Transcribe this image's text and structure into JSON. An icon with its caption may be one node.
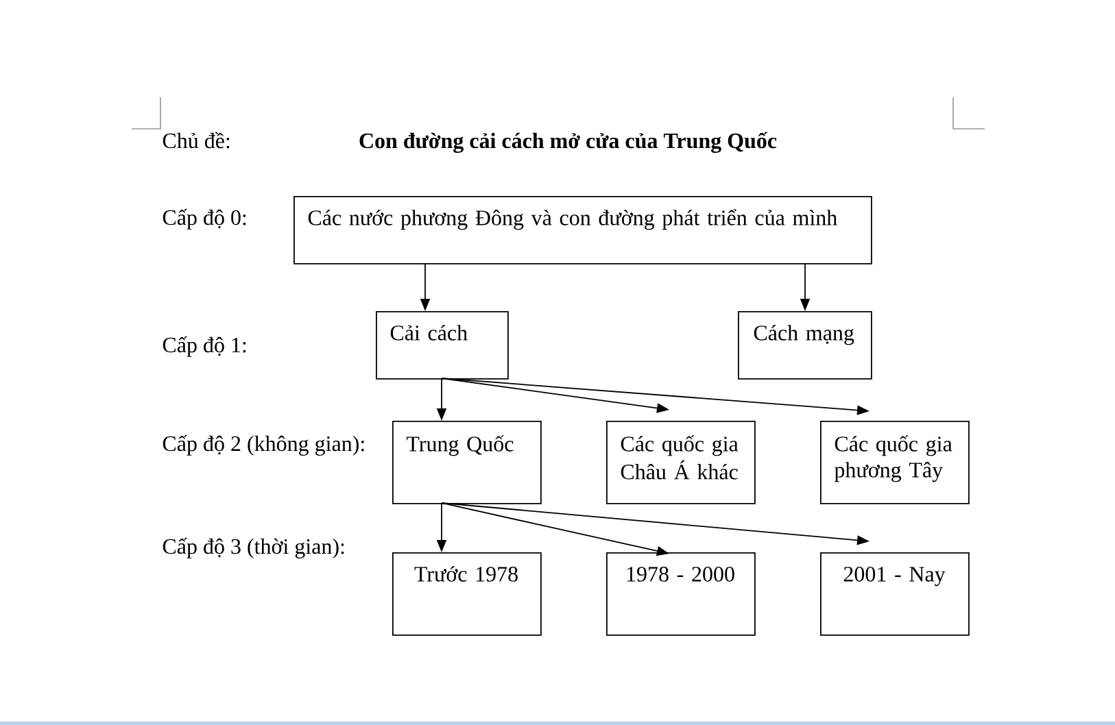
{
  "diagram": {
    "title": "Con đường cải cách mở cửa của Trung Quốc",
    "nodes": [
      {
        "text": [
          "Các nước phương Đông và con đường phát triển của mình"
        ]
      },
      {
        "text": [
          "Cải cách"
        ]
      },
      {
        "text": [
          "Cách mạng"
        ]
      },
      {
        "text": [
          "Trung Quốc"
        ]
      },
      {
        "text": [
          "Các quốc gia Châu Á khác"
        ]
      },
      {
        "text": [
          "Các quốc gia phương Tây"
        ]
      },
      {
        "text": [
          "Trước 1978"
        ]
      },
      {
        "text": [
          "1978 - 2000"
        ]
      },
      {
        "text": [
          "2001 - Nay"
        ]
      }
    ],
    "edges": [
      {
        "from": 0,
        "to": 1,
        "arrow": "to"
      },
      {
        "from": 0,
        "to": 2,
        "arrow": "to"
      },
      {
        "from": 1,
        "to": 3,
        "arrow": "to"
      },
      {
        "from": 1,
        "to": 4,
        "arrow": "to"
      },
      {
        "from": 1,
        "to": 5,
        "arrow": "to"
      },
      {
        "from": 3,
        "to": 6,
        "arrow": "to"
      },
      {
        "from": 3,
        "to": 7,
        "arrow": "to"
      },
      {
        "from": 3,
        "to": 8,
        "arrow": "to"
      }
    ],
    "labels": [
      "Chủ đề:",
      "Cấp độ 0:",
      "Cấp độ 1:",
      "Cấp độ 2 (không gian):",
      "Cấp độ 3 (thời gian):"
    ]
  }
}
